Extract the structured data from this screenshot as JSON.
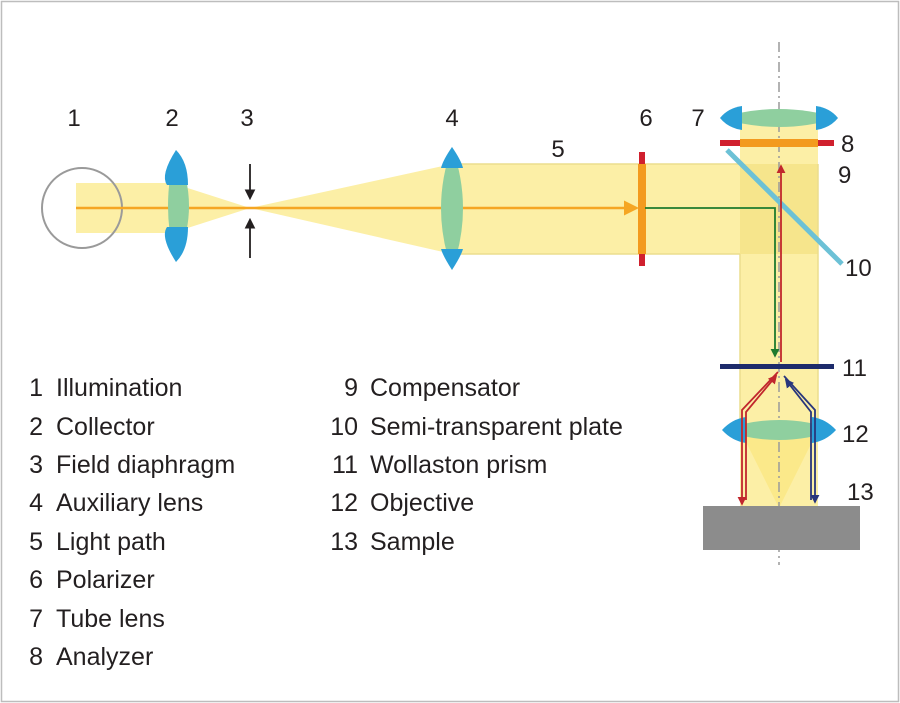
{
  "numbers": [
    "1",
    "2",
    "3",
    "4",
    "5",
    "6",
    "7",
    "8",
    "9",
    "10",
    "11",
    "12",
    "13"
  ],
  "legend_left": [
    {
      "num": "1",
      "text": "Illumination"
    },
    {
      "num": "2",
      "text": "Collector"
    },
    {
      "num": "3",
      "text": "Field diaphragm"
    },
    {
      "num": "4",
      "text": "Auxiliary lens"
    },
    {
      "num": "5",
      "text": "Light path"
    },
    {
      "num": "6",
      "text": "Polarizer"
    },
    {
      "num": "7",
      "text": "Tube lens"
    },
    {
      "num": "8",
      "text": "Analyzer"
    }
  ],
  "legend_right": [
    {
      "num": "9",
      "text": "Compensator"
    },
    {
      "num": "10",
      "text": "Semi-transparent plate"
    },
    {
      "num": "11",
      "text": "Wollaston prism"
    },
    {
      "num": "12",
      "text": "Objective"
    },
    {
      "num": "13",
      "text": "Sample"
    }
  ],
  "colors": {
    "beam": "#fcefa6",
    "beam_edge": "#ecdd8e",
    "lens_green": "#8fcf9f",
    "lens_blue": "#2a9fd8",
    "axis_arrow": "#f5a623",
    "polarizer": "#f39a1e",
    "marker_red": "#d0202e",
    "wollaston": "#1d2b6b",
    "plate": "#6cc1d6",
    "sample": "#8c8c8c",
    "ray_red": "#c1272d",
    "ray_blue": "#29367c",
    "ray_green": "#1e7b2e"
  }
}
